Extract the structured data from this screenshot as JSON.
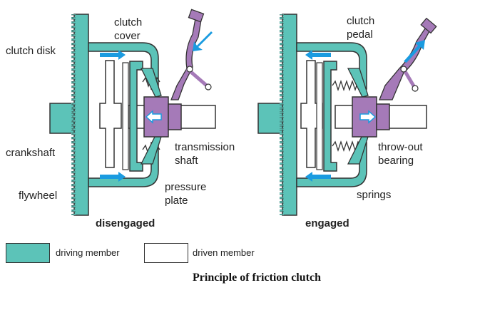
{
  "labels": {
    "clutch_cover": "clutch\ncover",
    "clutch_disk": "clutch disk",
    "crankshaft": "crankshaft",
    "flywheel": "flywheel",
    "transmission_shaft": "transmission\nshaft",
    "pressure_plate": "pressure\nplate",
    "clutch_pedal": "clutch\npedal",
    "throw_out_bearing": "throw-out\nbearing",
    "springs": "springs"
  },
  "captions": {
    "disengaged": "disengaged",
    "engaged": "engaged"
  },
  "legend": {
    "driving": "driving member",
    "driven": "driven member"
  },
  "title": "Principle of friction clutch",
  "colors": {
    "driving": "#5cc3b8",
    "driven": "#ffffff",
    "bearing": "#a57ab8",
    "arrow": "#1a9be0",
    "outline": "#333333"
  }
}
